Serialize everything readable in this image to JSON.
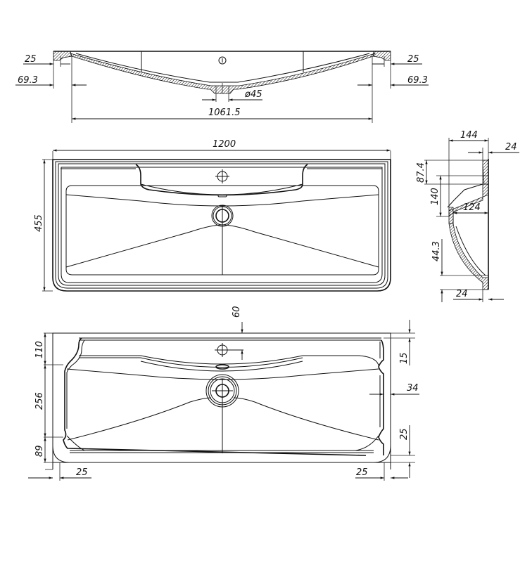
{
  "drawing": {
    "title": "Washbasin technical drawing",
    "colors": {
      "line": "#111111",
      "background": "#ffffff"
    },
    "views": {
      "front_section": {
        "labels": {
          "left_lip": "25",
          "left_offset": "69.3",
          "right_lip": "25",
          "right_offset": "69.3",
          "drain_diameter": "ø45",
          "inner_width": "1061.5"
        }
      },
      "top_view": {
        "labels": {
          "overall_width": "1200",
          "overall_depth": "455"
        }
      },
      "side_section": {
        "labels": {
          "depth": "144",
          "back_wall": "24",
          "faucet_height": "87.4",
          "bowl_offset": "140",
          "deck_depth": "124",
          "bottom_height": "44.3",
          "base_wall": "24"
        }
      },
      "bottom_view": {
        "labels": {
          "tap_offset": "60",
          "top_bracket": "110",
          "bracket_spacing": "256",
          "bottom_bracket": "89",
          "left_edge": "25",
          "right_edge": "25",
          "top_margin": "15",
          "side_depth": "34",
          "bottom_margin": "25"
        }
      }
    }
  }
}
